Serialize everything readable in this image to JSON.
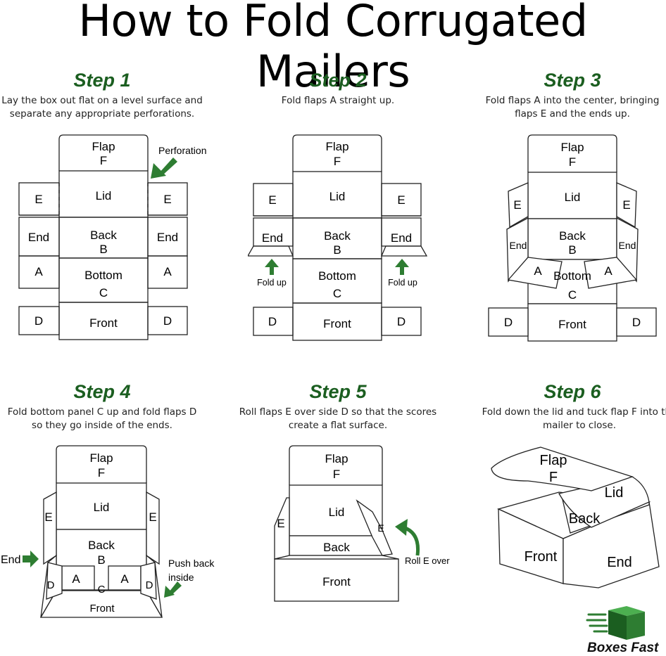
{
  "title": "How to Fold Corrugated Mailers",
  "steps": [
    {
      "title": "Step 1",
      "desc": "Lay the box out flat on a level surface and separate any appropriate perforations."
    },
    {
      "title": "Step 2",
      "desc": "Fold flaps A straight up."
    },
    {
      "title": "Step 3",
      "desc": "Fold flaps A into the center, bringing flaps E and the ends up."
    },
    {
      "title": "Step 4",
      "desc": "Fold bottom panel C up and fold flaps D so they go inside of the ends."
    },
    {
      "title": "Step 5",
      "desc": "Roll flaps E over side D so that the scores create a flat surface."
    },
    {
      "title": "Step 6",
      "desc": "Fold down the lid and tuck flap F into the mailer to close."
    }
  ],
  "labels": {
    "flap": "Flap",
    "f": "F",
    "lid": "Lid",
    "back": "Back",
    "b": "B",
    "bottom": "Bottom",
    "c": "C",
    "front": "Front",
    "e": "E",
    "end": "End",
    "a": "A",
    "d": "D",
    "perforation": "Perforation",
    "fold_up": "Fold up",
    "push_back": "Push back",
    "inside": "inside",
    "roll_e_over": "Roll E over",
    "bottom_partial": "Bottom"
  },
  "brand": {
    "name": "Boxes Fast",
    "icon": "box-logo-icon"
  },
  "colors": {
    "green": "#1b5e20",
    "arrow": "#2e7d32"
  }
}
